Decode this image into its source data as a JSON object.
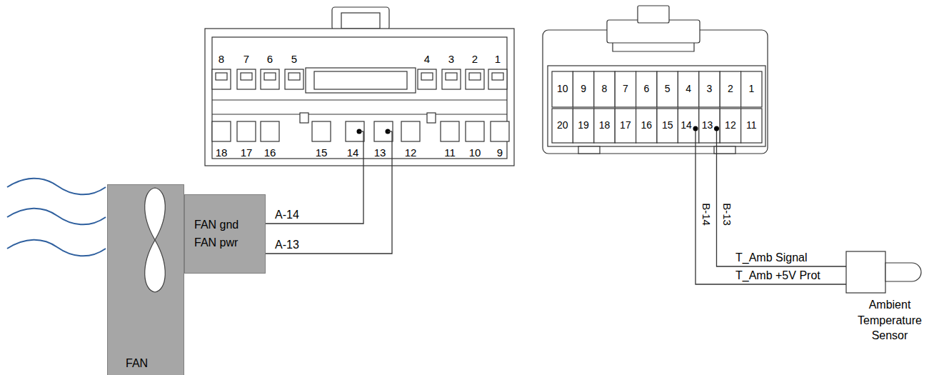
{
  "diagram": {
    "nodes": [
      {
        "text": [
          "FAN"
        ]
      },
      {
        "text": [
          "FAN gnd",
          "FAN pwr"
        ]
      },
      {
        "text": [
          "Ambient Temperature Sensor"
        ]
      }
    ],
    "labels": [
      "8",
      "7",
      "6",
      "5",
      "4",
      "3",
      "2",
      "1",
      "18",
      "17",
      "16",
      "15",
      "14",
      "13",
      "12",
      "11",
      "10",
      "9",
      "10",
      "9",
      "8",
      "7",
      "6",
      "5",
      "4",
      "3",
      "2",
      "1",
      "20",
      "19",
      "18",
      "17",
      "16",
      "15",
      "14",
      "13",
      "12",
      "11",
      "A-14",
      "A-13",
      "B-14",
      "B-13",
      "T_Amb Signal",
      "T_Amb +5V Prot"
    ]
  }
}
